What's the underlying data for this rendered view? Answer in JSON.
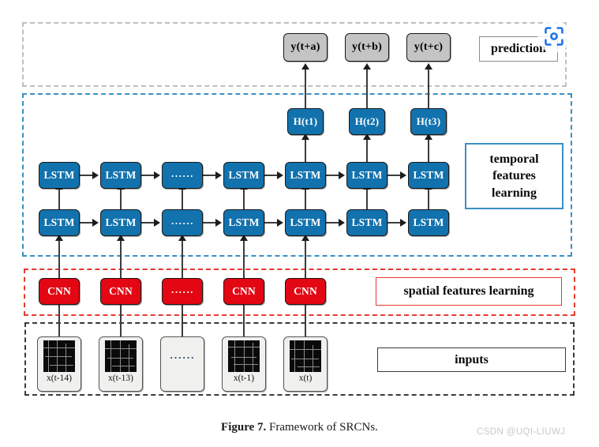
{
  "figure": {
    "caption_number": "Figure 7.",
    "caption_text": " Framework of SRCNs.",
    "watermark": "CSDN @UQI-LIUWJ"
  },
  "colors": {
    "lstm_blue": "#1272ad",
    "cnn_red": "#e30613",
    "output_gray": "#c4c4c4",
    "prediction_border": "#bfbfbf",
    "temporal_border": "#3a8fc4",
    "spatial_border": "#e8392e",
    "inputs_border": "#3a3a3a",
    "watermark_gray": "#c9c9c9",
    "scan_icon_blue": "#1a73e8"
  },
  "regions": {
    "prediction": {
      "legend": "prediction"
    },
    "temporal": {
      "legend_line1": "temporal",
      "legend_line2": "features",
      "legend_line3": "learning"
    },
    "spatial": {
      "legend": "spatial features learning"
    },
    "inputs": {
      "legend": "inputs"
    }
  },
  "outputs": [
    {
      "label": "y(t+a)"
    },
    {
      "label": "y(t+b)"
    },
    {
      "label": "y(t+c)"
    }
  ],
  "hidden_states": [
    {
      "label": "H(t1)"
    },
    {
      "label": "H(t2)"
    },
    {
      "label": "H(t3)"
    }
  ],
  "lstm_top": [
    {
      "label": "LSTM"
    },
    {
      "label": "LSTM"
    },
    {
      "label": "······"
    },
    {
      "label": "LSTM"
    },
    {
      "label": "LSTM"
    },
    {
      "label": "LSTM"
    },
    {
      "label": "LSTM"
    }
  ],
  "lstm_bottom": [
    {
      "label": "LSTM"
    },
    {
      "label": "LSTM"
    },
    {
      "label": "······"
    },
    {
      "label": "LSTM"
    },
    {
      "label": "LSTM"
    },
    {
      "label": "LSTM"
    },
    {
      "label": "LSTM"
    }
  ],
  "cnn_layer": [
    {
      "label": "CNN"
    },
    {
      "label": "CNN"
    },
    {
      "label": "······"
    },
    {
      "label": "CNN"
    },
    {
      "label": "CNN"
    }
  ],
  "inputs_layer": [
    {
      "label": "x(t-14)",
      "has_image": true
    },
    {
      "label": "x(t-13)",
      "has_image": true
    },
    {
      "label": "······",
      "has_image": false
    },
    {
      "label": "x(t-1)",
      "has_image": true
    },
    {
      "label": "x(t)",
      "has_image": true
    }
  ],
  "overlay": {
    "icon": "scan-focus-icon"
  }
}
